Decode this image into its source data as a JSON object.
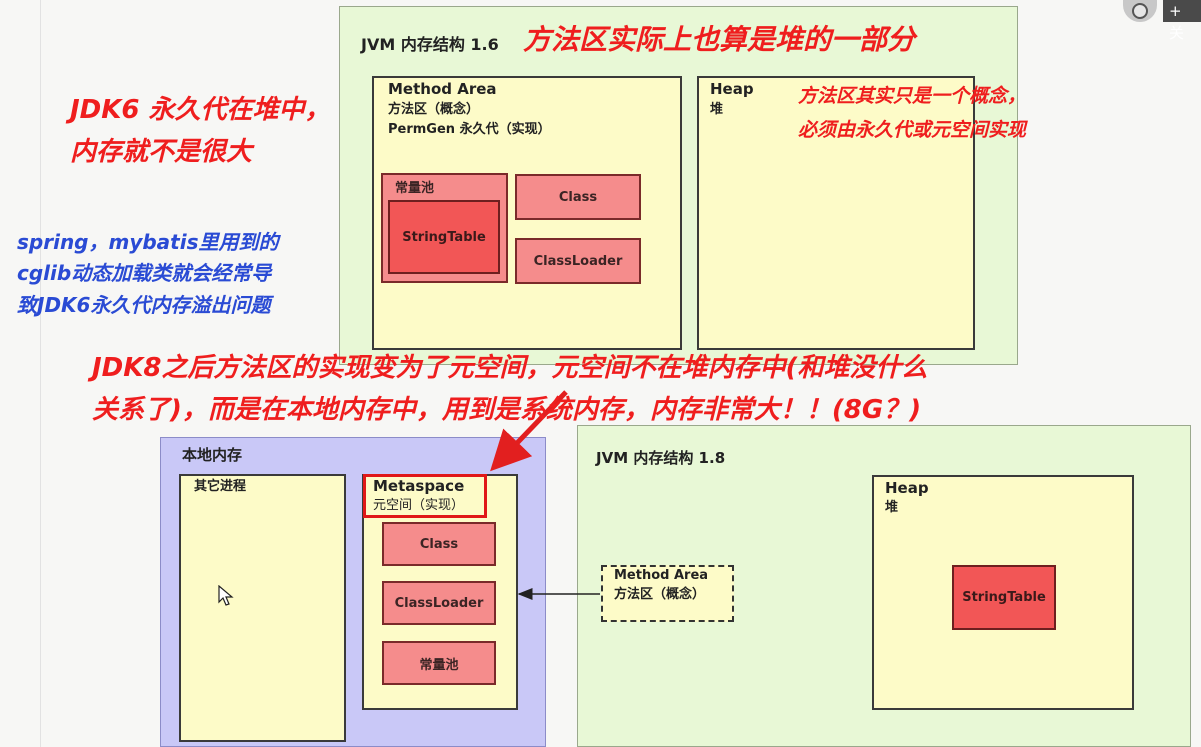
{
  "jvm16": {
    "title": "JVM 内存结构 1.6",
    "method_area": {
      "line1": "Method Area",
      "line2": "方法区（概念）",
      "line3": "PermGen 永久代（实现）",
      "constant_pool": {
        "label": "常量池",
        "string_table": "StringTable"
      },
      "class": "Class",
      "classloader": "ClassLoader"
    },
    "heap": {
      "line1": "Heap",
      "line2": "堆"
    }
  },
  "native": {
    "title": "本地内存",
    "other_process": "其它进程",
    "metaspace": {
      "line1": "Metaspace",
      "line2": "元空间（实现）",
      "class": "Class",
      "classloader": "ClassLoader",
      "constant_pool": "常量池"
    }
  },
  "jvm18": {
    "title": "JVM 内存结构 1.8",
    "heap": {
      "line1": "Heap",
      "line2": "堆",
      "string_table": "StringTable"
    },
    "method_area": {
      "line1": "Method Area",
      "line2": "方法区（概念）"
    }
  },
  "notes": {
    "top": "方法区实际上也算是堆的一部分",
    "jdk6_line1": "JDK6 永久代在堆中，",
    "jdk6_line2": "内存就不是很大",
    "concept_line1": "方法区其实只是一个概念，",
    "concept_line2": "必须由永久代或元空间实现",
    "spring_line1": "spring，mybatis里用到的",
    "spring_line2": "cglib动态加载类就会经常导",
    "spring_line3": "致JDK6永久代内存溢出问题",
    "jdk8_line1": "JDK8之后方法区的实现变为了元空间，元空间不在堆内存中(和堆没什么",
    "jdk8_line2": "关系了)，而是在本地内存中，用到是系统内存，内存非常大！！(8G？)"
  },
  "topbar": {
    "plus": "+ 关"
  },
  "colors": {
    "green_panel": "#e8f8d6",
    "purple_panel": "#c9c8f7",
    "yellow_area": "#fdfbc8",
    "pink_box": "#f58c8c",
    "red_box": "#f25656",
    "note_red": "#ef1e1e",
    "note_blue": "#2a4bd4"
  }
}
